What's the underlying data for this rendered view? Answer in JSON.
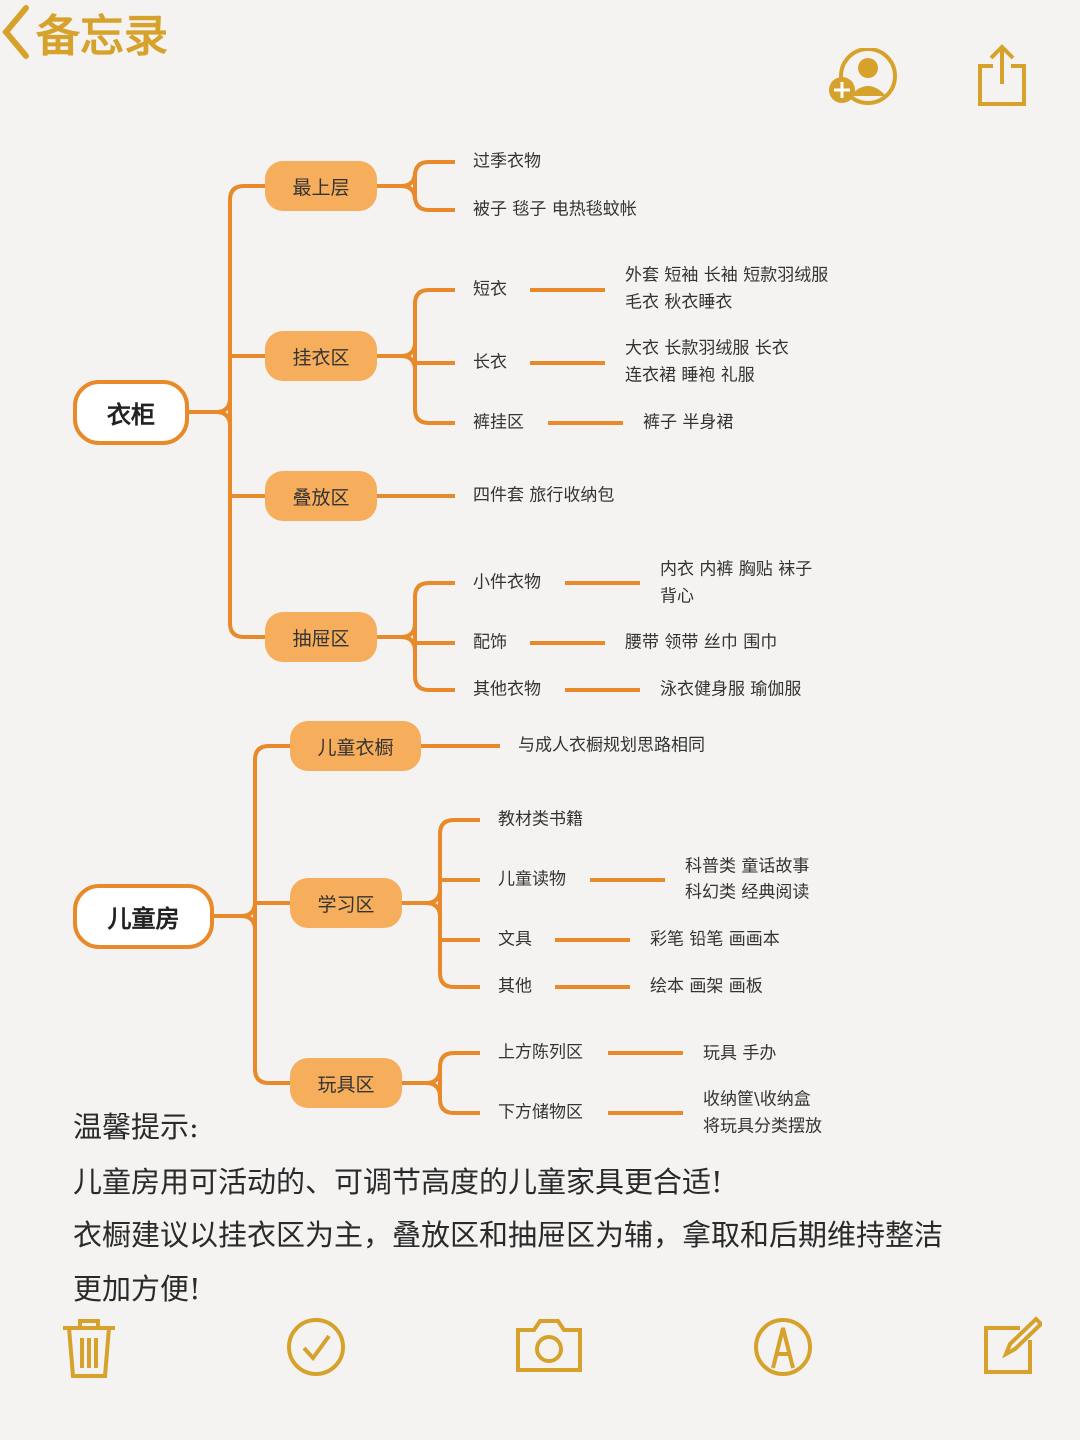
{
  "nav": {
    "back_label": "备忘录"
  },
  "colors": {
    "accent": "#d9a52a",
    "branch": "#e8892a",
    "node": "#f7ae5c"
  },
  "wardrobe": {
    "root": "衣柜",
    "top": {
      "label": "最上层",
      "items": [
        "过季衣物",
        "被子 毯子 电热毯蚊帐"
      ]
    },
    "hang": {
      "label": "挂衣区",
      "items": [
        {
          "label": "短衣",
          "detail": [
            "外套 短袖 长袖 短款羽绒服",
            "毛衣 秋衣睡衣"
          ]
        },
        {
          "label": "长衣",
          "detail": [
            "大衣 长款羽绒服 长衣",
            "连衣裙 睡袍 礼服"
          ]
        },
        {
          "label": "裤挂区",
          "detail": [
            "裤子 半身裙"
          ]
        }
      ]
    },
    "fold": {
      "label": "叠放区",
      "items": [
        "四件套 旅行收纳包"
      ]
    },
    "drawer": {
      "label": "抽屉区",
      "items": [
        {
          "label": "小件衣物",
          "detail": [
            "内衣 内裤 胸贴 袜子",
            "背心"
          ]
        },
        {
          "label": "配饰",
          "detail": [
            "腰带 领带 丝巾 围巾"
          ]
        },
        {
          "label": "其他衣物",
          "detail": [
            "泳衣健身服 瑜伽服"
          ]
        }
      ]
    }
  },
  "kids": {
    "root": "儿童房",
    "closet": {
      "label": "儿童衣橱",
      "items": [
        "与成人衣橱规划思路相同"
      ]
    },
    "study": {
      "label": "学习区",
      "items": [
        {
          "label": "教材类书籍",
          "detail": []
        },
        {
          "label": "儿童读物",
          "detail": [
            "科普类 童话故事",
            "科幻类 经典阅读"
          ]
        },
        {
          "label": "文具",
          "detail": [
            "彩笔 铅笔 画画本"
          ]
        },
        {
          "label": "其他",
          "detail": [
            "绘本 画架 画板"
          ]
        }
      ]
    },
    "toy": {
      "label": "玩具区",
      "items": [
        {
          "label": "上方陈列区",
          "detail": [
            "玩具 手办"
          ]
        },
        {
          "label": "下方储物区",
          "detail": [
            "收纳筐\\收纳盒",
            "将玩具分类摆放"
          ]
        }
      ]
    }
  },
  "tips": [
    "温馨提示:",
    "儿童房用可活动的、可调节高度的儿童家具更合适!",
    "衣橱建议以挂衣区为主，叠放区和抽屉区为辅，拿取和后期维持整洁",
    "更加方便!"
  ],
  "toolbar": [
    "trash-icon",
    "checklist-icon",
    "camera-icon",
    "markup-icon",
    "compose-icon"
  ]
}
